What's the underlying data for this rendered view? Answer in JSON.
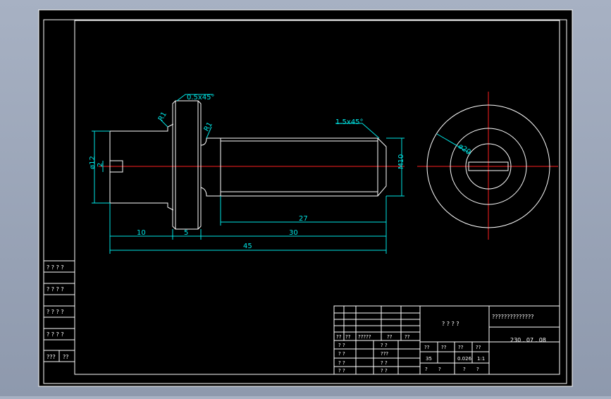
{
  "colors": {
    "background": "#000000",
    "frame": "#ffffff",
    "part": "#ffffff",
    "dimension": "#00e5e5",
    "centerline": "#ff2020",
    "page": "#98a3b6"
  },
  "drawing": {
    "annotations": {
      "chamfer_head": "0.5x45°",
      "chamfer_tip": "1.5x45°",
      "radius_1": "R1",
      "radius_2": "R1",
      "dia_body": "ø12",
      "slot_width": "2",
      "thread": "M10",
      "dia_circle": "ø20"
    },
    "dimensions": {
      "d10": "10",
      "d5": "5",
      "d27": "27",
      "d30": "30",
      "d45": "45"
    }
  },
  "side_labels": [
    "? ? ? ?",
    "? ? ? ?",
    "? ? ? ?",
    "? ? ? ?"
  ],
  "side_bottom": [
    "???",
    "??"
  ],
  "title_block": {
    "row_labels": [
      "??",
      "??",
      "?????",
      "??",
      "??"
    ],
    "col_a": [
      "? ?",
      "? ?",
      "? ?",
      "? ?"
    ],
    "col_b": [
      "? ?",
      "???",
      "? ?",
      "? ?"
    ],
    "part_name": "? ? ? ?",
    "company": "??????????????",
    "date": "230 . 07 . 08",
    "hdr": [
      "??",
      "??",
      "??",
      "??"
    ],
    "vals": [
      "35",
      "",
      "0.026",
      "1:1"
    ],
    "foot": [
      "?",
      "?",
      "?",
      "?"
    ]
  }
}
